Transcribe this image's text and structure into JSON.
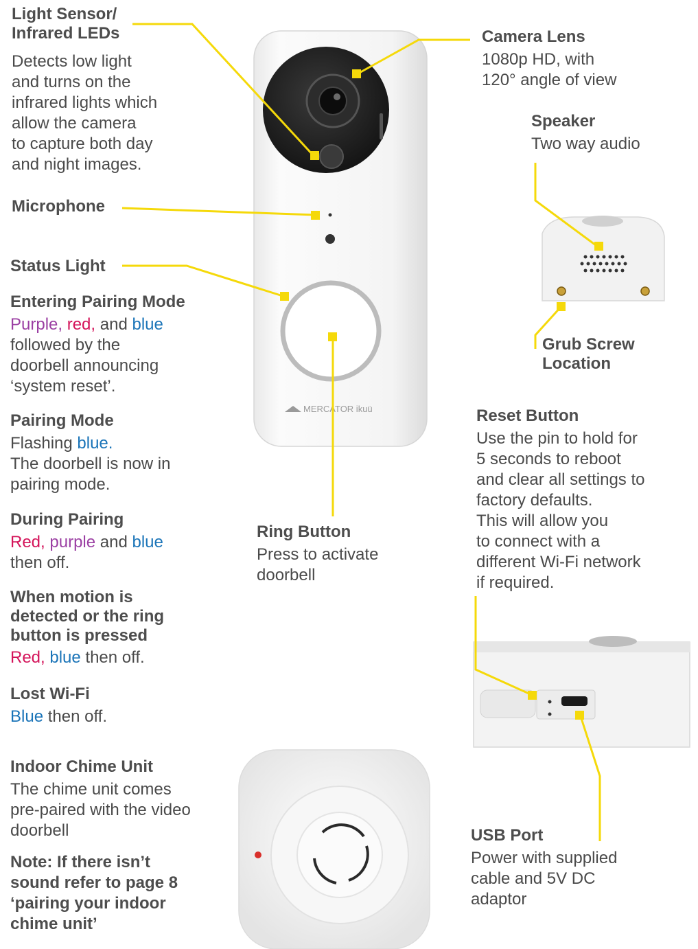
{
  "light_sensor": {
    "heading_1": "Light Sensor/",
    "heading_2": "Infrared LEDs",
    "lines": [
      "Detects low light",
      "and turns on the",
      "infrared lights which",
      "allow the camera",
      "to capture both day",
      "and night images."
    ]
  },
  "microphone": {
    "heading": "Microphone"
  },
  "status_light": {
    "heading": "Status Light",
    "entering_pairing": {
      "heading": "Entering Pairing Mode",
      "c1": "Purple,",
      "c2": "red,",
      "and": " and ",
      "c3": "blue",
      "lines": [
        "followed by the",
        "doorbell announcing",
        "‘system reset’."
      ]
    },
    "pairing_mode": {
      "heading": "Pairing Mode",
      "prefix": "Flashing ",
      "c1": "blue.",
      "lines": [
        "The doorbell is now in",
        "pairing mode."
      ]
    },
    "during_pairing": {
      "heading": "During Pairing",
      "c1": "Red,",
      "c2": "purple",
      "and": " and ",
      "c3": "blue",
      "lines": [
        "then off."
      ]
    },
    "motion": {
      "heading_lines": [
        "When motion is",
        "detected or the ring",
        "button is pressed"
      ],
      "c1": "Red,",
      "c2": "blue",
      "suffix": " then off."
    },
    "lost_wifi": {
      "heading": "Lost Wi-Fi",
      "c1": "Blue",
      "suffix": " then off."
    }
  },
  "camera_lens": {
    "heading": "Camera Lens",
    "lines": [
      "1080p HD, with",
      "120° angle of view"
    ]
  },
  "speaker": {
    "heading": "Speaker",
    "lines": [
      "Two way audio"
    ]
  },
  "grub_screw": {
    "heading_lines": [
      "Grub Screw",
      "Location"
    ]
  },
  "reset_button": {
    "heading": "Reset Button",
    "lines": [
      "Use the pin to hold for",
      "5 seconds to reboot",
      "and clear all settings to",
      "factory defaults.",
      "This will allow you",
      "to connect with a",
      "different Wi-Fi network",
      "if required."
    ]
  },
  "ring_button": {
    "heading": "Ring Button",
    "lines": [
      "Press to activate",
      "doorbell"
    ]
  },
  "usb_port": {
    "heading": "USB Port",
    "lines": [
      "Power with supplied",
      "cable and 5V DC",
      "adaptor"
    ]
  },
  "chime": {
    "heading": "Indoor Chime Unit",
    "lines": [
      "The chime unit comes",
      "pre-paired with the video",
      "doorbell"
    ],
    "note_lines": [
      "Note: If there isn’t",
      "sound refer to page 8",
      "‘pairing your indoor",
      "chime unit’"
    ]
  },
  "brand": {
    "logo_text": "MERCATOR ikuü"
  },
  "colors": {
    "leader_line": "#f5d90a",
    "purple": "#9b3fa3",
    "red": "#d4145a",
    "blue": "#1a74b8"
  }
}
